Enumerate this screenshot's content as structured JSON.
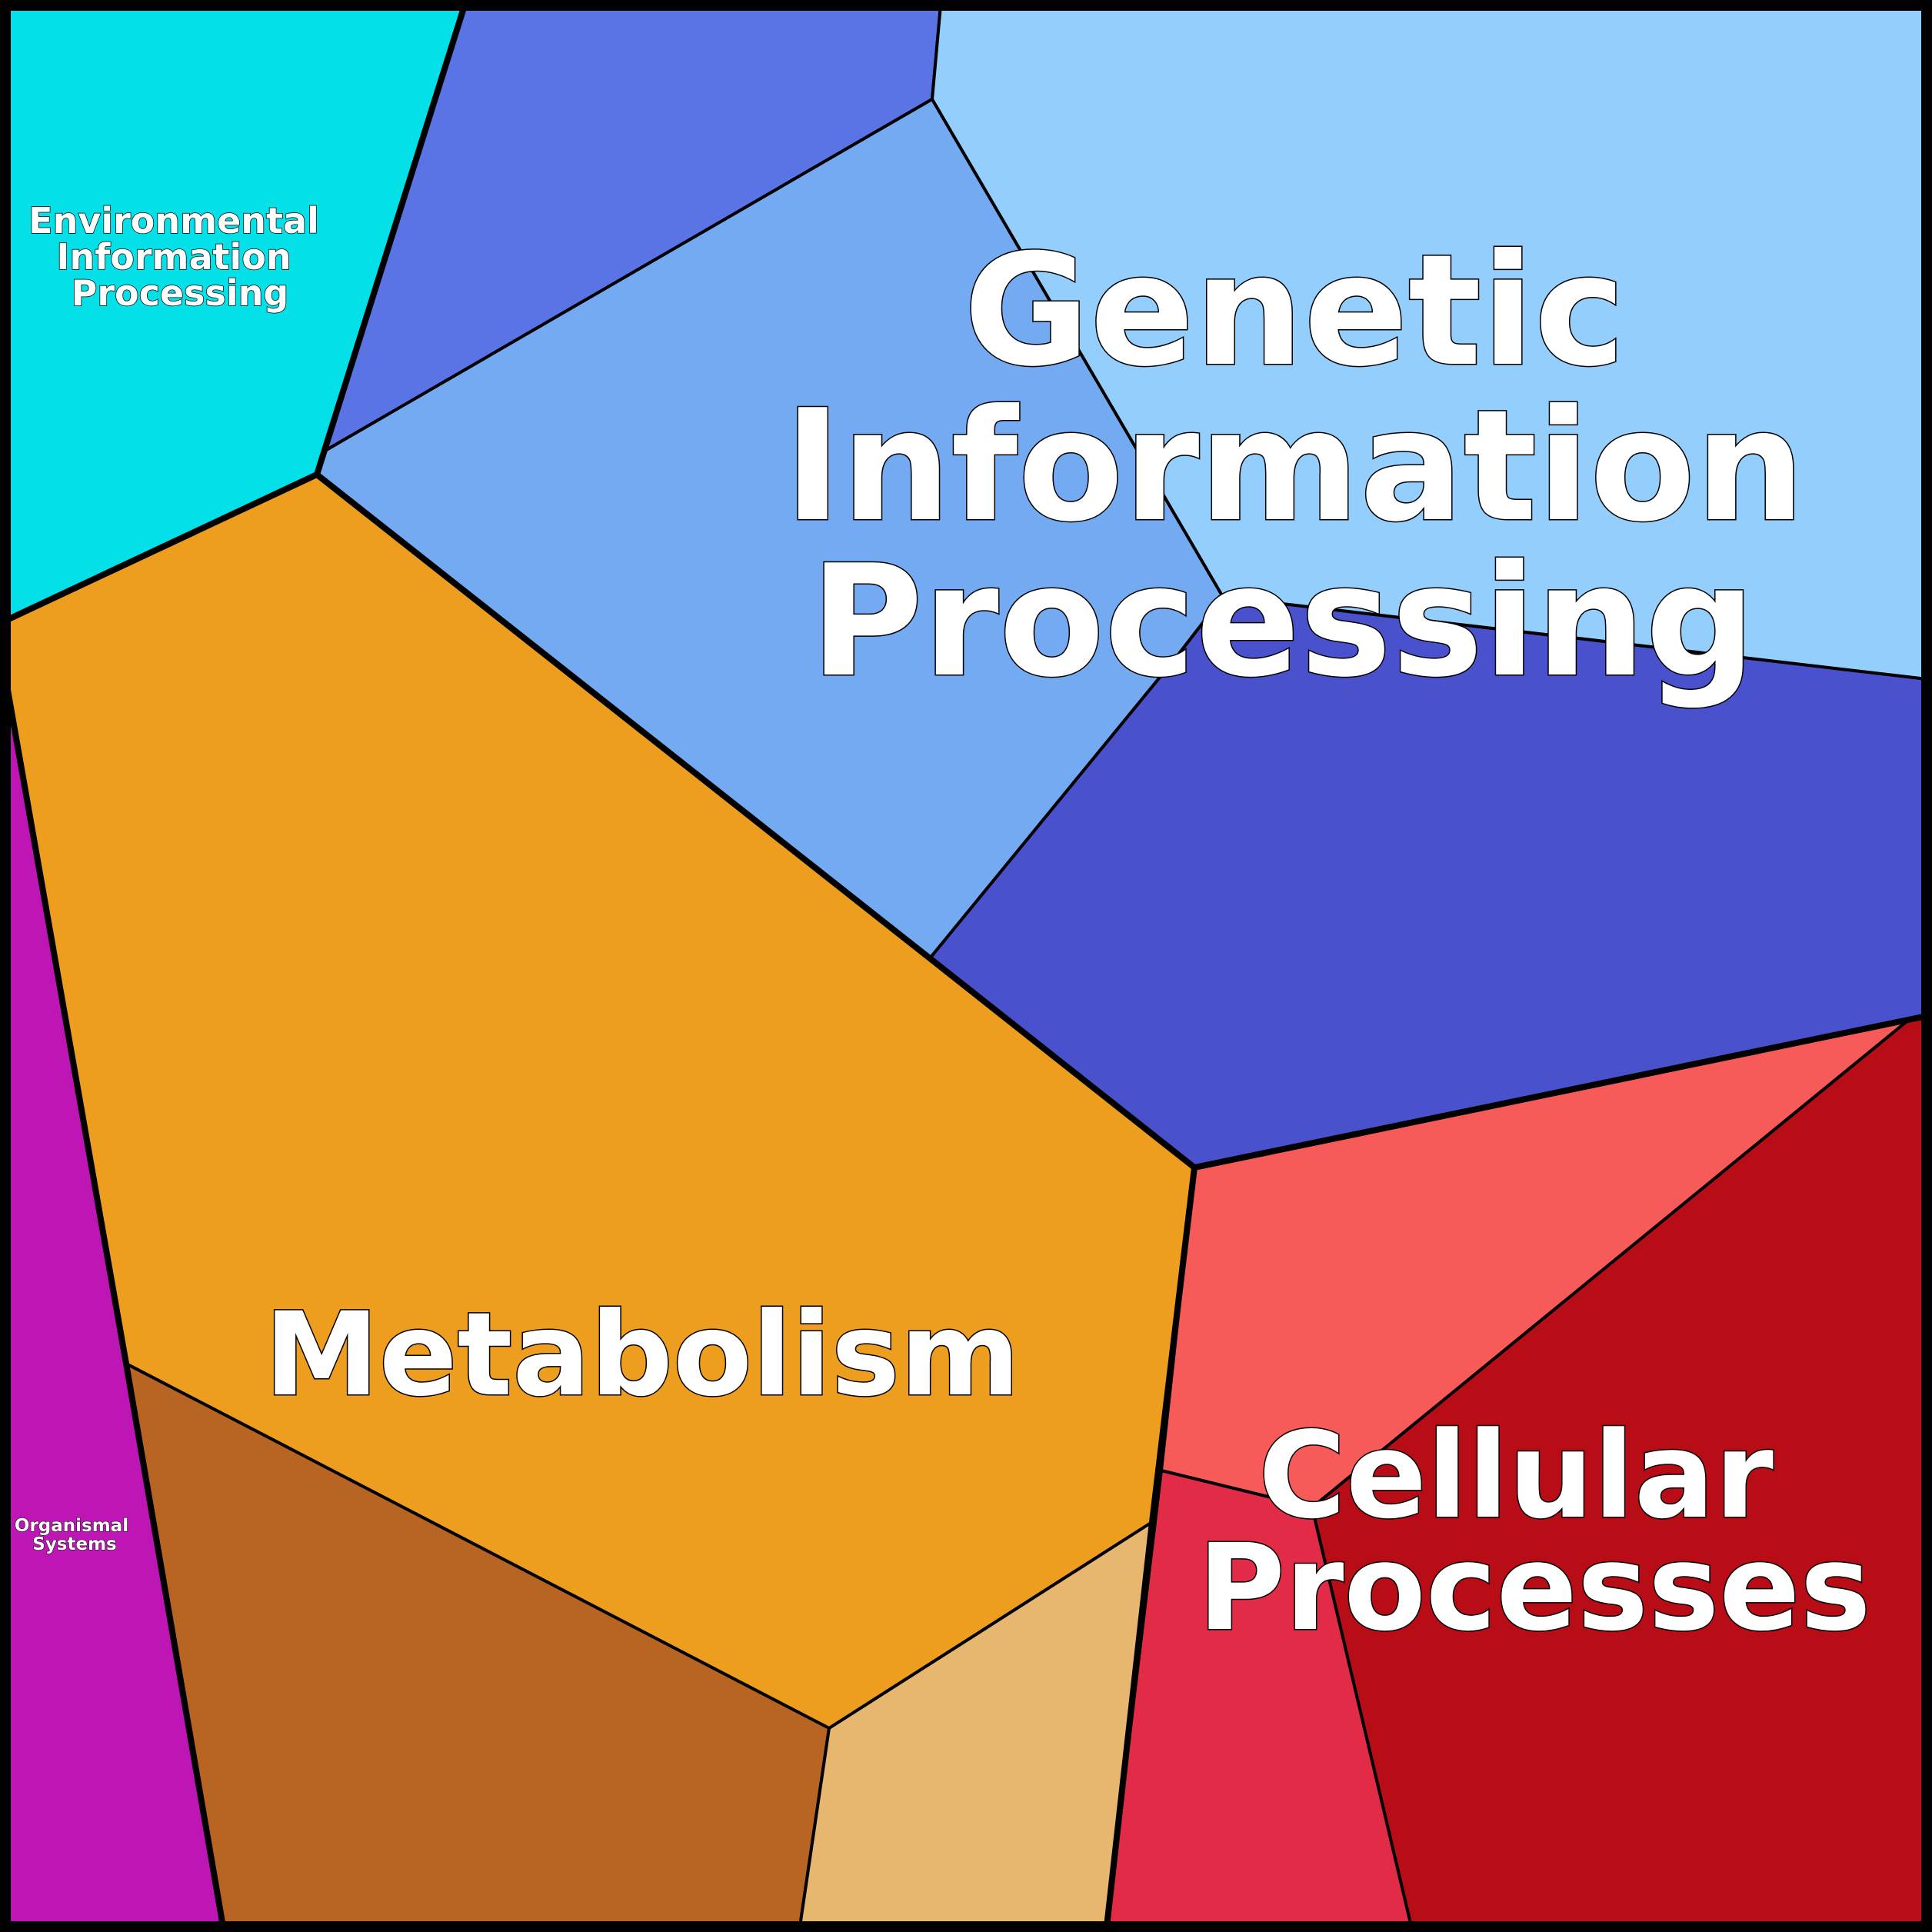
{
  "treemap": {
    "groups": [
      {
        "key": "genetic",
        "label_lines": [
          "Genetic",
          "Information",
          "Processing"
        ],
        "cells": [
          {
            "name": "genetic-cell-royal-blue",
            "color": "#5A74E6"
          },
          {
            "name": "genetic-cell-sky-blue",
            "color": "#74AAF2"
          },
          {
            "name": "genetic-cell-light-blue",
            "color": "#94CEFC"
          },
          {
            "name": "genetic-cell-indigo",
            "color": "#4952CC"
          }
        ]
      },
      {
        "key": "environmental",
        "label_lines": [
          "Environmental",
          "Information",
          "Processing"
        ],
        "cells": [
          {
            "name": "environmental-cell-cyan",
            "color": "#04E0E8"
          }
        ]
      },
      {
        "key": "metabolism",
        "label_lines": [
          "Metabolism"
        ],
        "cells": [
          {
            "name": "metabolism-cell-orange",
            "color": "#EE9E1F"
          },
          {
            "name": "metabolism-cell-brown",
            "color": "#B86422"
          },
          {
            "name": "metabolism-cell-tan",
            "color": "#E7B770"
          }
        ]
      },
      {
        "key": "cellular",
        "label_lines": [
          "Cellular",
          "Processes"
        ],
        "cells": [
          {
            "name": "cellular-cell-salmon",
            "color": "#F75B59"
          },
          {
            "name": "cellular-cell-dark-red",
            "color": "#B80C16"
          },
          {
            "name": "cellular-cell-crimson",
            "color": "#E22B47"
          }
        ]
      },
      {
        "key": "organismal",
        "label_lines": [
          "Organismal",
          "Systems"
        ],
        "cells": [
          {
            "name": "organismal-cell-magenta",
            "color": "#BD16B5"
          }
        ]
      }
    ]
  }
}
